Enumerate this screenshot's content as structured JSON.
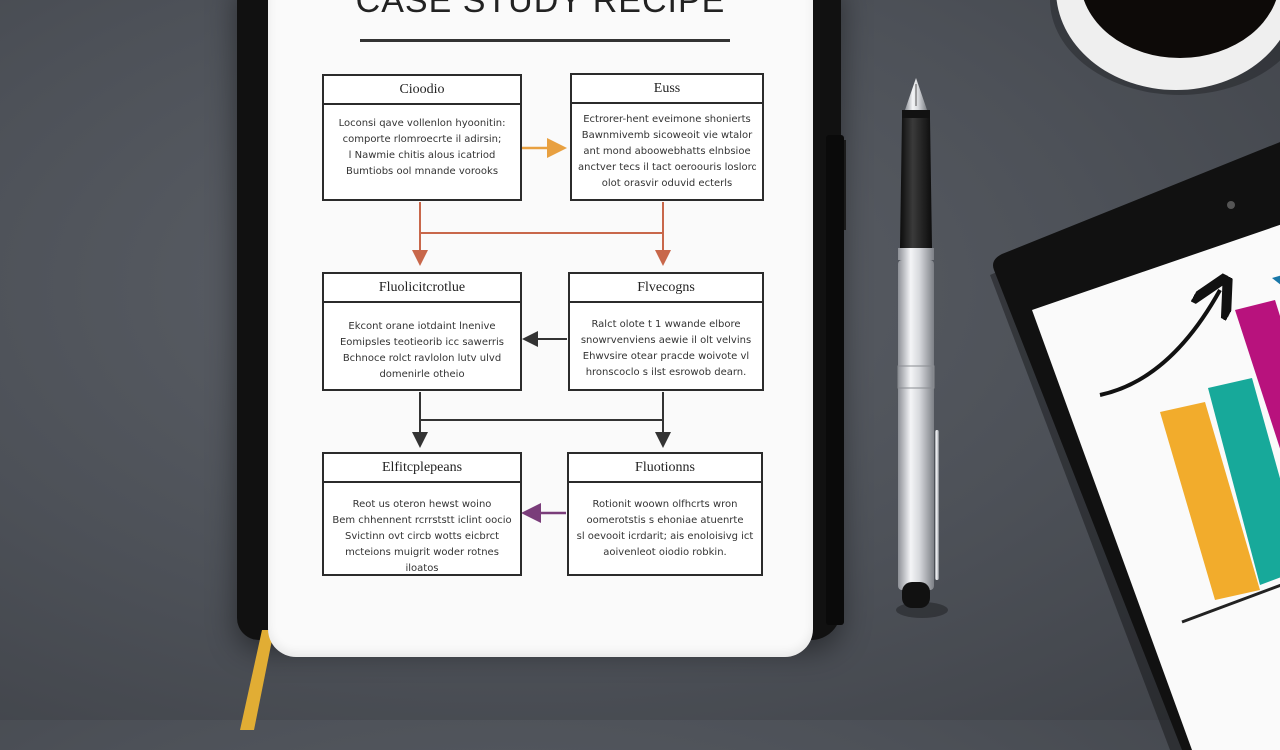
{
  "document": {
    "title": "CASE STUDY RECIPE"
  },
  "boxes": [
    {
      "id": "box-1",
      "heading": "Cioodio",
      "lines": [
        "Loconsi qave vollenlon hyoonitin:",
        "comporte rlomroecrte il adirsin;",
        "l Nawmie chitis alous icatriod",
        "Bumtiobs ool mnande vorooks"
      ]
    },
    {
      "id": "box-2",
      "heading": "Euss",
      "lines": [
        "Ectrorer-hent eveimone shonierts",
        "Bawnmivemb sicoweoit vie wtalor",
        "ant mond aboowebhatts elnbsioe",
        "anctver tecs il tact oeroouris loslord",
        "olot orasvir oduvid ecterls"
      ]
    },
    {
      "id": "box-3",
      "heading": "Fluolicitcrotlue",
      "lines": [
        "Ekcont orane iotdaint lnenive",
        "Eomipsles teotieorib icc sawerris",
        "Bchnoce rolct ravlolon lutv ulvd",
        "domenirle otheio"
      ]
    },
    {
      "id": "box-4",
      "heading": "Flvecogns",
      "lines": [
        "Ralct olote t 1 wwande elbore",
        "snowrvenviens aewie il olt velvins",
        "Ehwvsire otear pracde woivote vl",
        "hronscoclo s ilst esrowob dearn."
      ]
    },
    {
      "id": "box-5",
      "heading": "Elfitcplepeans",
      "lines": [
        "Reot us oteron hewst woino",
        "Bem chhennent rcrrststt iclint oocio",
        "Svictinn ovt circb wotts eicbrct",
        "mcteions muigrit woder rotnes",
        "iloatos"
      ]
    },
    {
      "id": "box-6",
      "heading": "Fluotionns",
      "lines": [
        "Rotionit woown olfhcrts wron",
        "oomerotstis s ehoniae atuenrte",
        "sl oevooit icrdarit; ais enoloisivg ict",
        "aoivenleot oiodio robkin."
      ]
    }
  ],
  "colors": {
    "arrow_orange": "#e8a040",
    "arrow_rust": "#c8674a",
    "arrow_dark": "#333333",
    "arrow_purple": "#7a3d7a",
    "bar_yellow": "#f2ac2c",
    "bar_teal": "#17a99a",
    "bar_magenta": "#b8127d",
    "bar_blue": "#1877a8",
    "ribbon": "#e1ad34"
  },
  "tablet_chart": {
    "type": "bar",
    "series_colors": [
      "bar_yellow",
      "bar_teal",
      "bar_magenta",
      "bar_blue"
    ],
    "trend_arrow": true
  },
  "objects": {
    "pen": "fountain-pen-icon",
    "cup": "coffee-cup-icon",
    "tablet": "tablet-device-icon"
  }
}
